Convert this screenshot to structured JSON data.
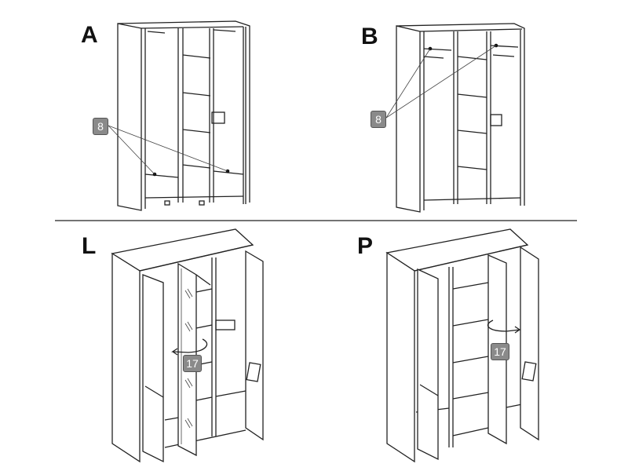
{
  "panels": [
    {
      "label": "A",
      "callout": "8"
    },
    {
      "label": "B",
      "callout": "8"
    },
    {
      "label": "L",
      "callout": "17"
    },
    {
      "label": "P",
      "callout": "17"
    }
  ]
}
